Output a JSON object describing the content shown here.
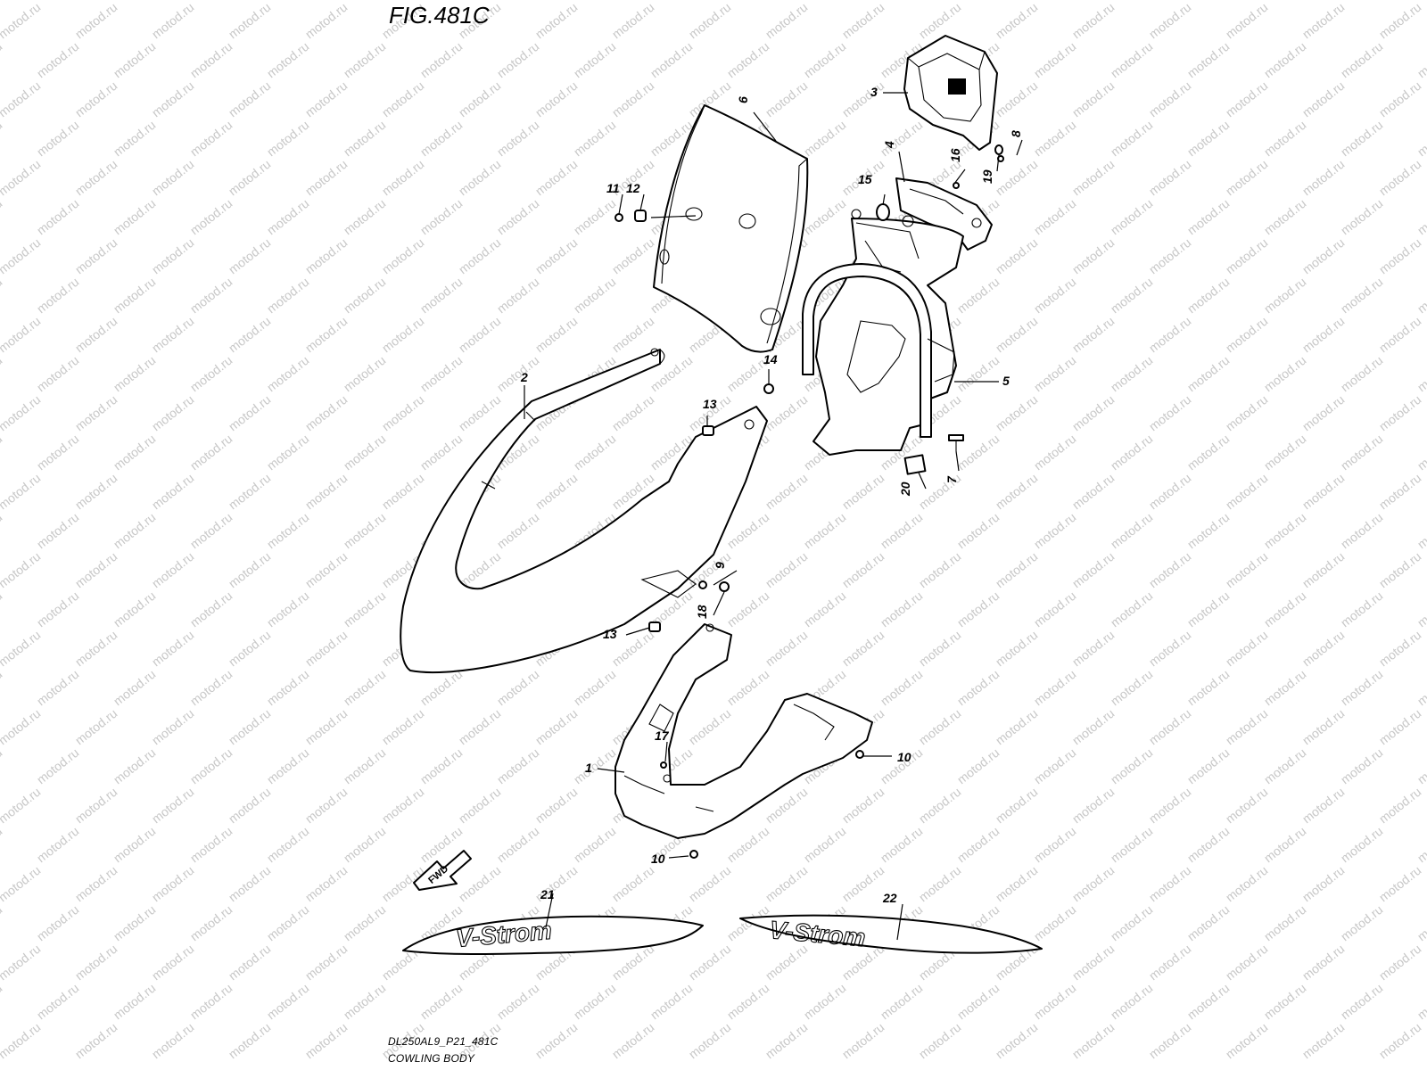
{
  "figure": {
    "title": "FIG.481C",
    "code": "DL250AL9_P21_481C",
    "name": "COWLING BODY"
  },
  "watermark": {
    "text": "motod.ru"
  },
  "direction": {
    "label": "FWD"
  },
  "callouts": [
    {
      "label": "1"
    },
    {
      "label": "2"
    },
    {
      "label": "3"
    },
    {
      "label": "4"
    },
    {
      "label": "5"
    },
    {
      "label": "6"
    },
    {
      "label": "7"
    },
    {
      "label": "8"
    },
    {
      "label": "9"
    },
    {
      "label": "10"
    },
    {
      "label": "10"
    },
    {
      "label": "11"
    },
    {
      "label": "12"
    },
    {
      "label": "13"
    },
    {
      "label": "13"
    },
    {
      "label": "14"
    },
    {
      "label": "15"
    },
    {
      "label": "16"
    },
    {
      "label": "17"
    },
    {
      "label": "18"
    },
    {
      "label": "19"
    },
    {
      "label": "20"
    },
    {
      "label": "21"
    },
    {
      "label": "22"
    }
  ],
  "decals": [
    {
      "part": "21",
      "text": "V-Strom"
    },
    {
      "part": "22",
      "text": "V-Strom"
    }
  ]
}
